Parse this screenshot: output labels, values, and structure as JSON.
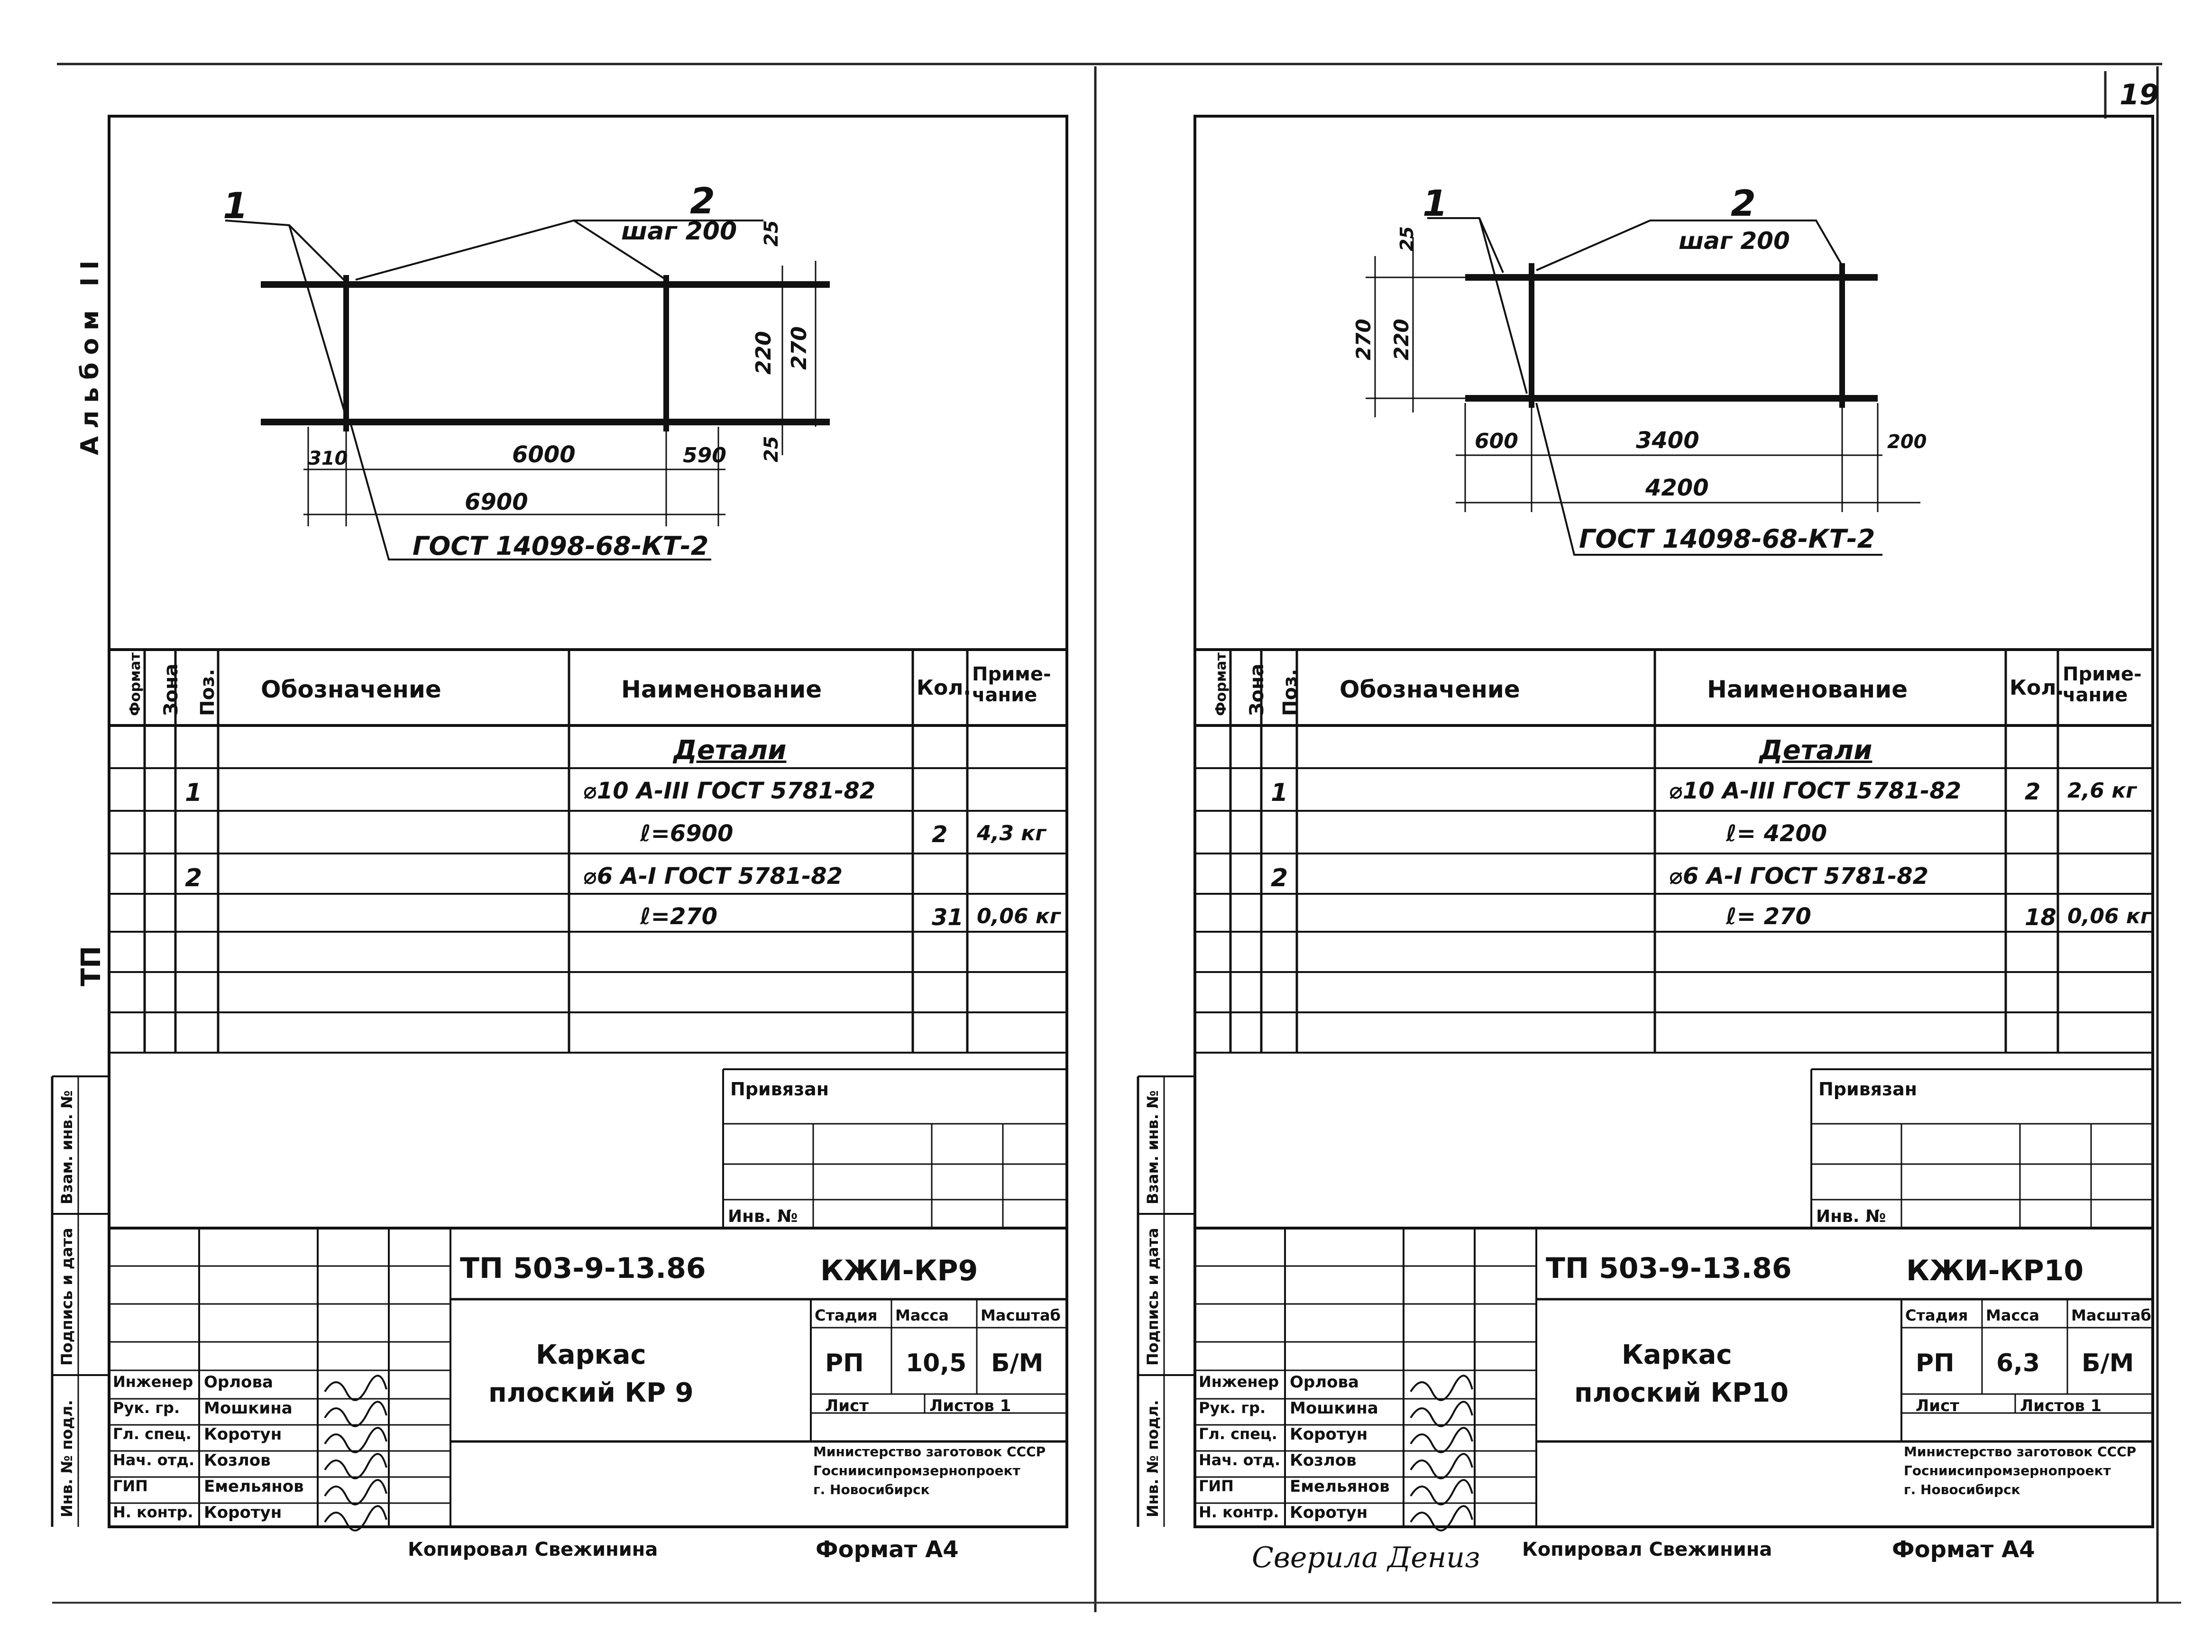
{
  "page_number": "19",
  "album_label": "Альбом II",
  "tp_label": "ТП",
  "vertical_stamps": [
    "Инв. № подл.",
    "Подпись и дата",
    "Взам. инв. №"
  ],
  "sheets": [
    {
      "drawing": {
        "pos1": "1",
        "pos2": "2",
        "step": "шаг 200",
        "dims": {
          "top_gap": "25",
          "inner": "220",
          "outer": "270",
          "bottom_gap": "25",
          "left": "310",
          "middle": "6000",
          "right": "590",
          "total": "6900"
        },
        "gost": "ГОСТ 14098-68-КТ-2"
      },
      "spec_headers": [
        "Формат",
        "Зона",
        "Поз.",
        "Обозначение",
        "Наименование",
        "Кол.",
        "Приме-\nчание"
      ],
      "spec_rows": [
        {
          "pos": "",
          "name": "Детали",
          "qty": "",
          "note": "",
          "heading": true
        },
        {
          "pos": "1",
          "name": "⌀10 А-III ГОСТ 5781-82",
          "qty": "",
          "note": ""
        },
        {
          "pos": "",
          "name": "ℓ=6900",
          "qty": "2",
          "note": "4,3 кг"
        },
        {
          "pos": "2",
          "name": "⌀6 А-I ГОСТ 5781-82",
          "qty": "",
          "note": ""
        },
        {
          "pos": "",
          "name": "ℓ=270",
          "qty": "31",
          "note": "0,06 кг"
        },
        {
          "pos": "",
          "name": "",
          "qty": "",
          "note": ""
        },
        {
          "pos": "",
          "name": "",
          "qty": "",
          "note": ""
        },
        {
          "pos": "",
          "name": "",
          "qty": "",
          "note": ""
        }
      ],
      "privyazan": "Привязан",
      "inv_no": "Инв. №",
      "code": "ТП 503-9-13.86",
      "mark": "КЖИ-КР9",
      "title_line1": "Каркас",
      "title_line2": "плоский КР 9",
      "stage_headers": [
        "Стадия",
        "Масса",
        "Масштаб"
      ],
      "stage_values": [
        "РП",
        "10,5",
        "Б/М"
      ],
      "sheet_label": "Лист",
      "sheets_label": "Листов 1",
      "org": [
        "Министерство заготовок СССР",
        "Госниисипромзернопроект",
        "г. Новосибирск"
      ],
      "staff": [
        {
          "role": "Инженер",
          "name": "Орлова"
        },
        {
          "role": "Рук. гр.",
          "name": "Мошкина"
        },
        {
          "role": "Гл. спец.",
          "name": "Коротун"
        },
        {
          "role": "Нач. отд.",
          "name": "Козлов"
        },
        {
          "role": "ГИП",
          "name": "Емельянов"
        },
        {
          "role": "Н. контр.",
          "name": "Коротун"
        }
      ],
      "copied": "Копировал Свежинина",
      "format": "Формат А4",
      "checker": ""
    },
    {
      "drawing": {
        "pos1": "1",
        "pos2": "2",
        "step": "шаг 200",
        "dims": {
          "top_gap": "25",
          "inner": "220",
          "outer": "270",
          "left": "600",
          "middle": "3400",
          "right": "200",
          "total": "4200"
        },
        "gost": "ГОСТ 14098-68-КТ-2"
      },
      "spec_headers": [
        "Формат",
        "Зона",
        "Поз.",
        "Обозначение",
        "Наименование",
        "Кол.",
        "Приме-\nчание"
      ],
      "spec_rows": [
        {
          "pos": "",
          "name": "Детали",
          "qty": "",
          "note": "",
          "heading": true
        },
        {
          "pos": "1",
          "name": "⌀10 А-III ГОСТ 5781-82",
          "qty": "2",
          "note": "2,6 кг"
        },
        {
          "pos": "",
          "name": "ℓ= 4200",
          "qty": "",
          "note": ""
        },
        {
          "pos": "2",
          "name": "⌀6 А-I ГОСТ 5781-82",
          "qty": "",
          "note": ""
        },
        {
          "pos": "",
          "name": "ℓ= 270",
          "qty": "18",
          "note": "0,06 кг"
        },
        {
          "pos": "",
          "name": "",
          "qty": "",
          "note": ""
        },
        {
          "pos": "",
          "name": "",
          "qty": "",
          "note": ""
        },
        {
          "pos": "",
          "name": "",
          "qty": "",
          "note": ""
        }
      ],
      "privyazan": "Привязан",
      "inv_no": "Инв. №",
      "code": "ТП 503-9-13.86",
      "mark": "КЖИ-КР10",
      "title_line1": "Каркас",
      "title_line2": "плоский КР10",
      "stage_headers": [
        "Стадия",
        "Масса",
        "Масштаб"
      ],
      "stage_values": [
        "РП",
        "6,3",
        "Б/М"
      ],
      "sheet_label": "Лист",
      "sheets_label": "Листов 1",
      "org": [
        "Министерство заготовок СССР",
        "Госниисипромзернопроект",
        "г. Новосибирск"
      ],
      "staff": [
        {
          "role": "Инженер",
          "name": "Орлова"
        },
        {
          "role": "Рук. гр.",
          "name": "Мошкина"
        },
        {
          "role": "Гл. спец.",
          "name": "Коротун"
        },
        {
          "role": "Нач. отд.",
          "name": "Козлов"
        },
        {
          "role": "ГИП",
          "name": "Емельянов"
        },
        {
          "role": "Н. контр.",
          "name": "Коротун"
        }
      ],
      "copied": "Копировал Свежинина",
      "format": "Формат А4",
      "checker": "Сверила Дениз"
    }
  ]
}
